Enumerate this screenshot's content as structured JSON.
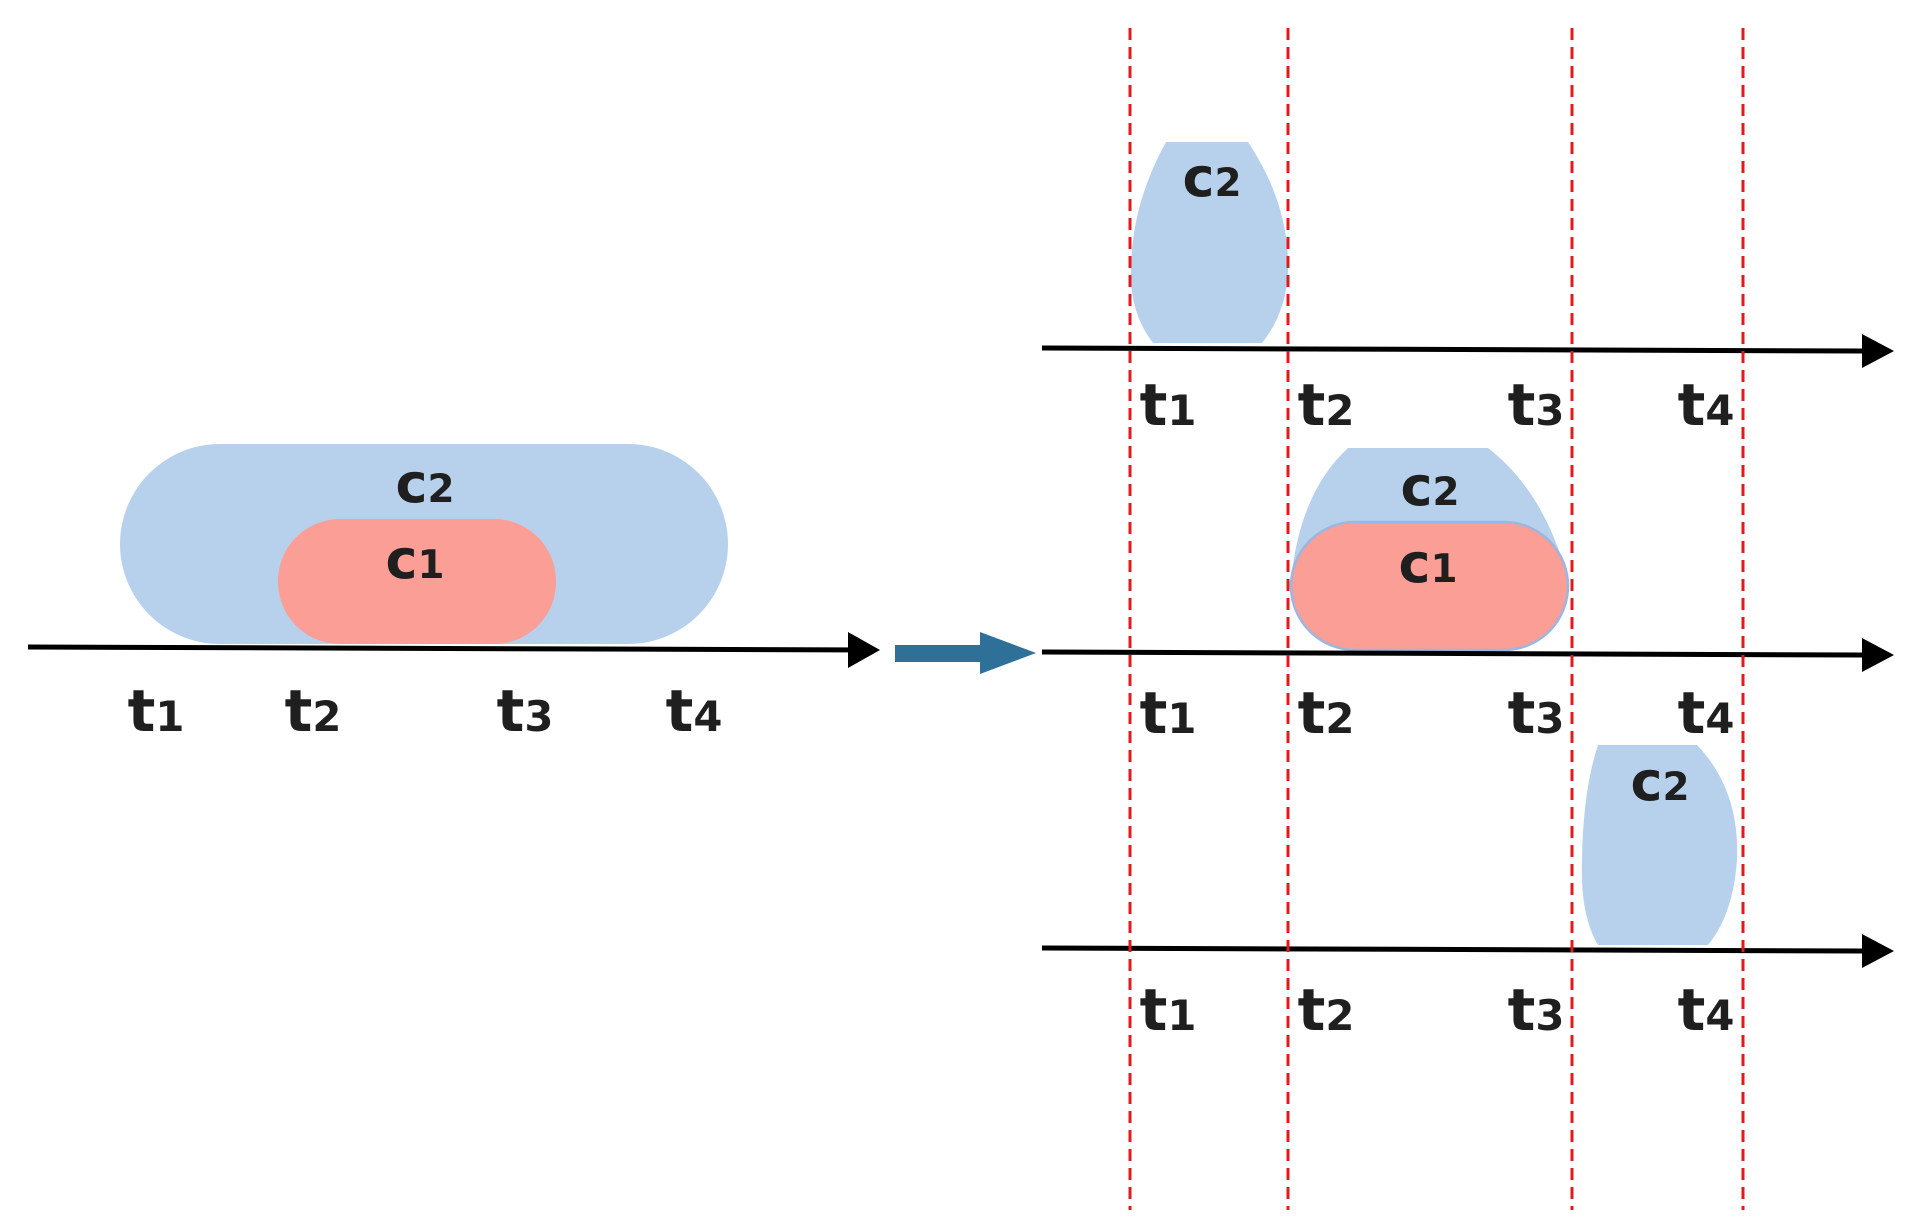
{
  "colors": {
    "c2_fill": "#b7d1ec",
    "c1_fill": "#fb9e95",
    "c1_stroke": "#9bb6e0",
    "axis": "#000000",
    "divider": "#e31a1c",
    "transform_arrow": "#2e7098",
    "text": "#1f1f1f"
  },
  "left_panel": {
    "ticks": [
      {
        "base": "t",
        "sub": "1"
      },
      {
        "base": "t",
        "sub": "2"
      },
      {
        "base": "t",
        "sub": "3"
      },
      {
        "base": "t",
        "sub": "4"
      }
    ],
    "outer_cluster": {
      "base": "c",
      "sub": "2"
    },
    "inner_cluster": {
      "base": "c",
      "sub": "1"
    }
  },
  "right_panel": {
    "rows": [
      {
        "ticks": [
          {
            "base": "t",
            "sub": "1"
          },
          {
            "base": "t",
            "sub": "2"
          },
          {
            "base": "t",
            "sub": "3"
          },
          {
            "base": "t",
            "sub": "4"
          }
        ],
        "cluster": {
          "base": "c",
          "sub": "2"
        }
      },
      {
        "ticks": [
          {
            "base": "t",
            "sub": "1"
          },
          {
            "base": "t",
            "sub": "2"
          },
          {
            "base": "t",
            "sub": "3"
          },
          {
            "base": "t",
            "sub": "4"
          }
        ],
        "outer_cluster": {
          "base": "c",
          "sub": "2"
        },
        "inner_cluster": {
          "base": "c",
          "sub": "1"
        }
      },
      {
        "ticks": [
          {
            "base": "t",
            "sub": "1"
          },
          {
            "base": "t",
            "sub": "2"
          },
          {
            "base": "t",
            "sub": "3"
          },
          {
            "base": "t",
            "sub": "4"
          }
        ],
        "cluster": {
          "base": "c",
          "sub": "2"
        }
      }
    ]
  }
}
